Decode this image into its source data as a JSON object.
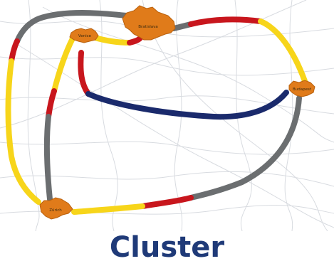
{
  "colors": {
    "background": "#ffffff",
    "rail_lines": "#d8dbe0",
    "city_fill": "#e07b1a",
    "city_stroke": "#b9610e",
    "label_text": "#3a2a10",
    "gray_segment": "#6b6e70",
    "yellow_segment": "#f7d51a",
    "red_segment": "#c8161d",
    "blue_segment": "#1a2a6c",
    "caption": "#1f3a78"
  },
  "cities": [
    {
      "id": "top-center",
      "label": "Bratislava"
    },
    {
      "id": "top-left",
      "label": "Venice"
    },
    {
      "id": "right",
      "label": "Budapest"
    },
    {
      "id": "bottom-left",
      "label": "Zürich"
    }
  ],
  "caption": "Cluster"
}
